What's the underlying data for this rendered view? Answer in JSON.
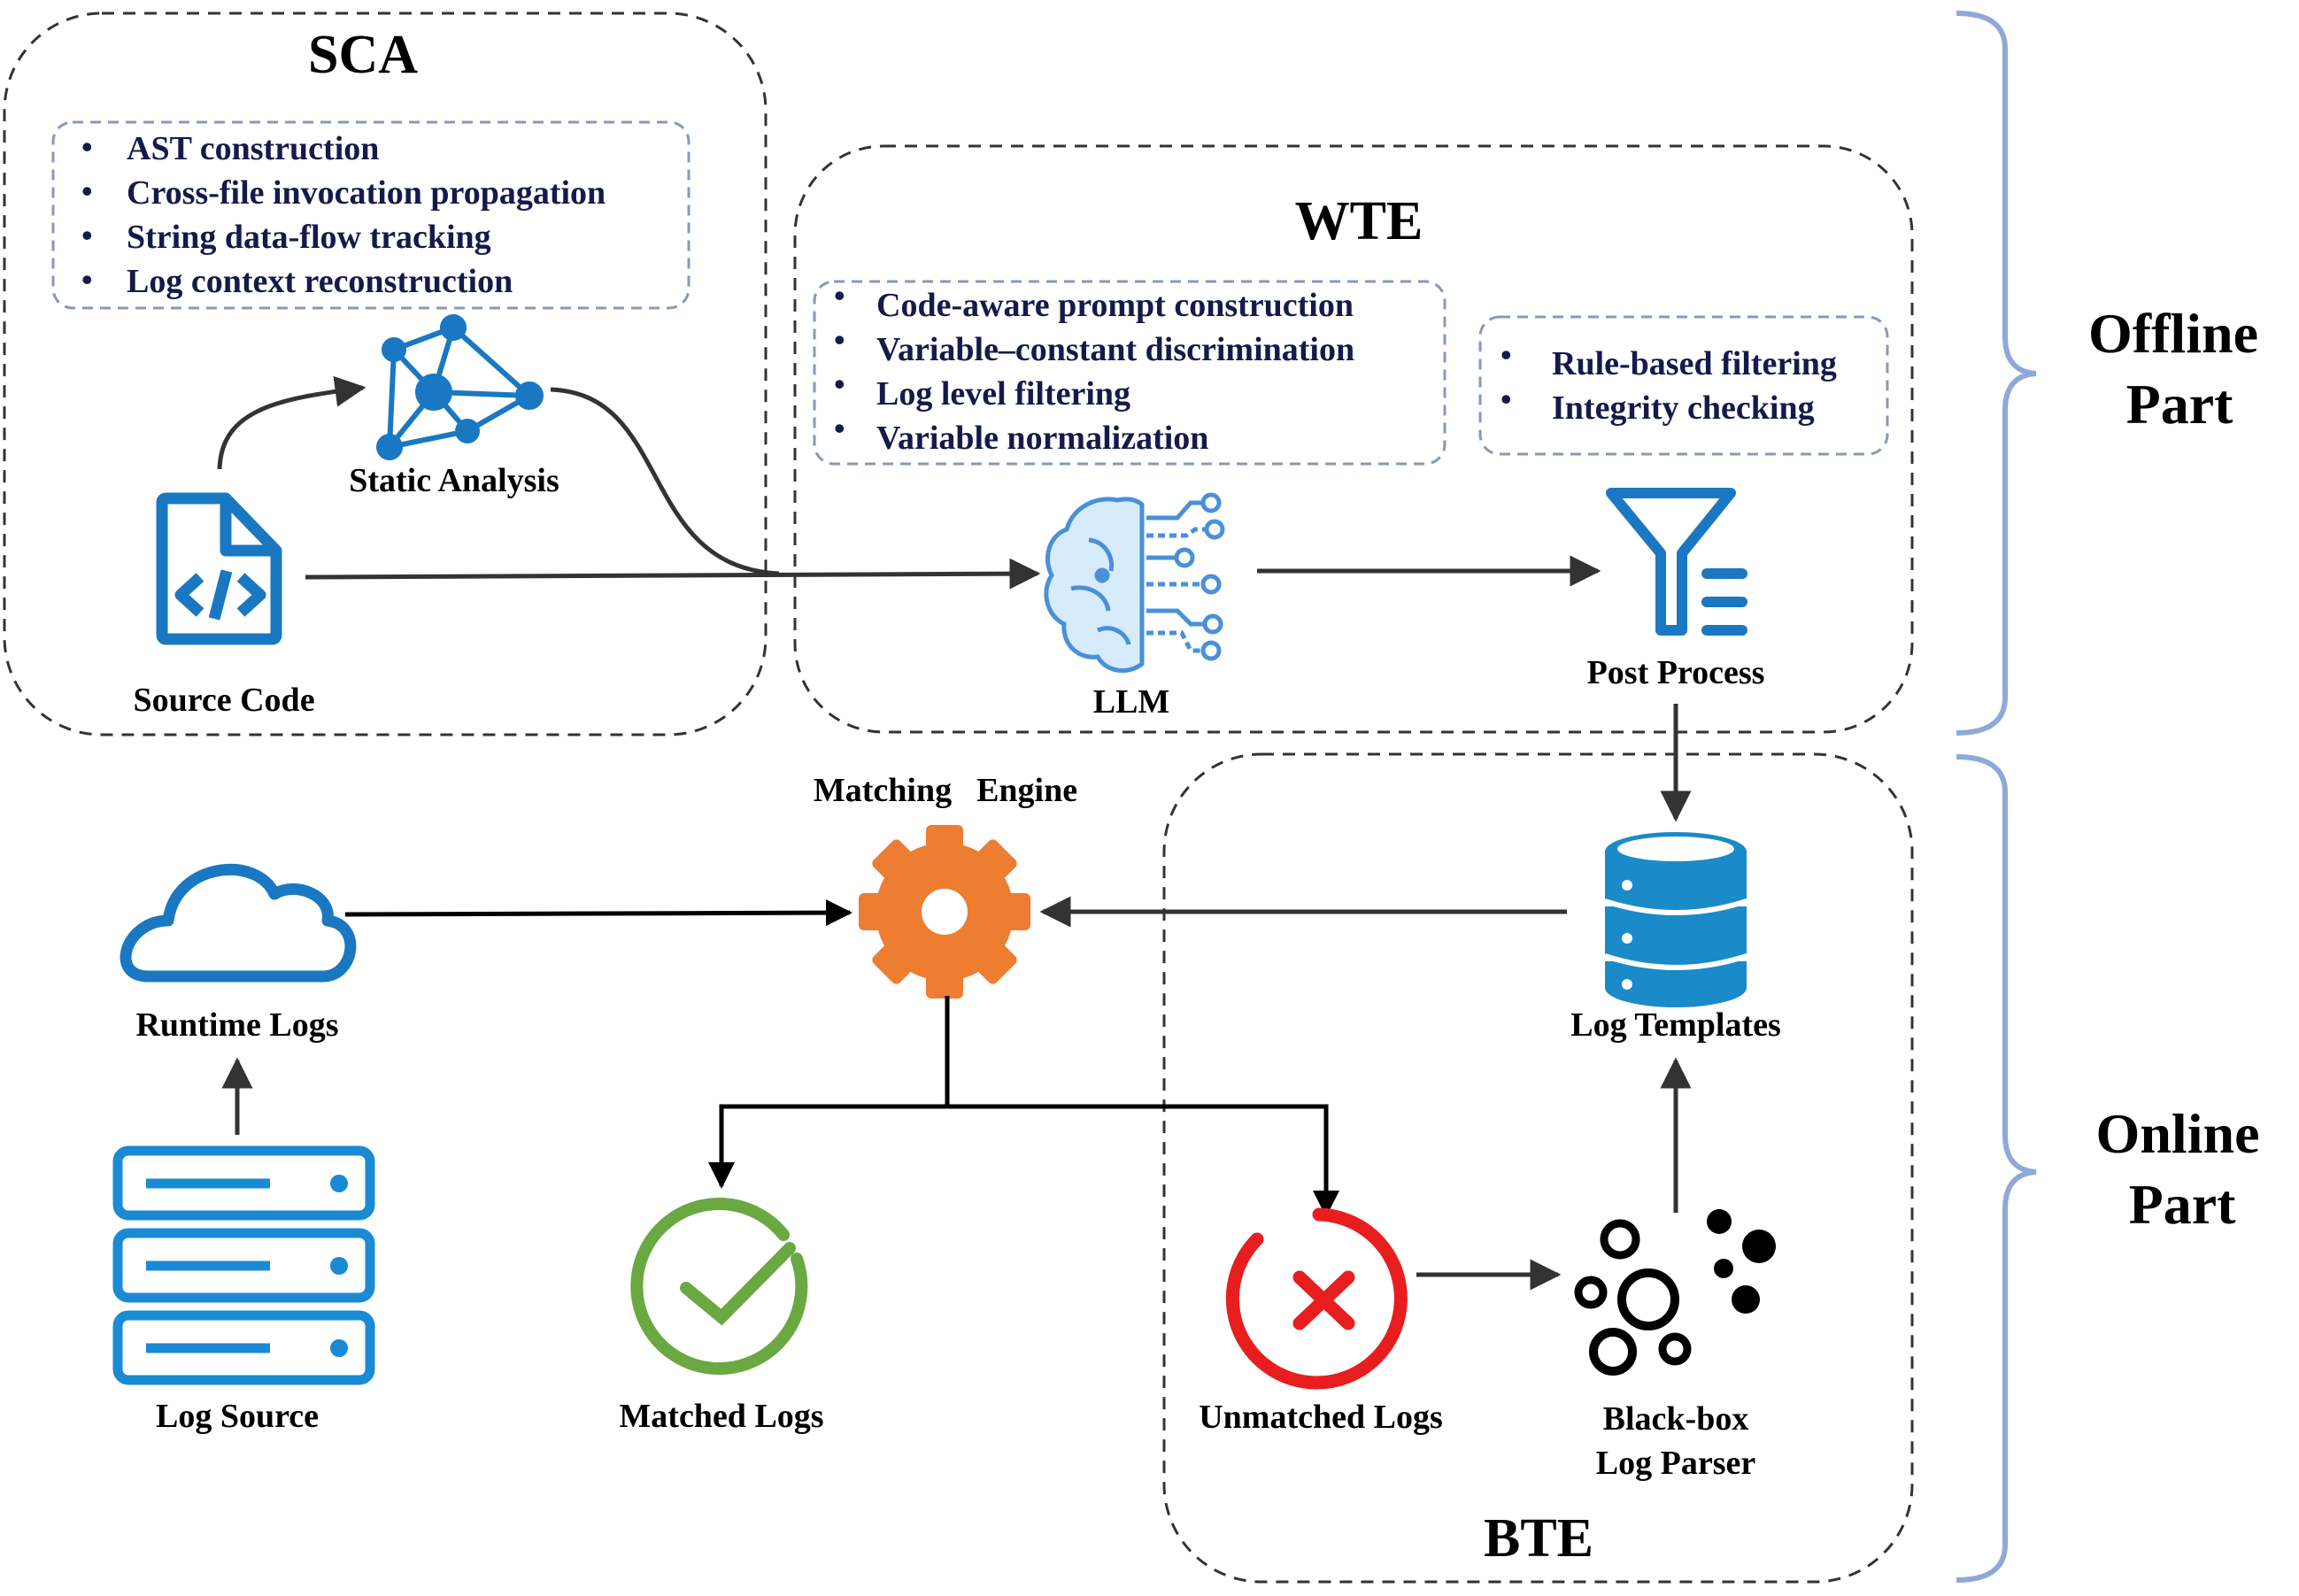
{
  "sca": {
    "title": "SCA",
    "bullets": [
      "AST construction",
      "Cross-file invocation propagation",
      "String data-flow tracking",
      "Log context reconstruction"
    ],
    "static_analysis_label": "Static Analysis",
    "source_code_label": "Source Code"
  },
  "wte": {
    "title": "WTE",
    "bullets": [
      "Code-aware prompt construction",
      "Variable–constant discrimination",
      "Log level filtering",
      "Variable normalization"
    ],
    "post_bullets": [
      "Rule-based filtering",
      "Integrity checking"
    ],
    "llm_label": "LLM",
    "post_process_label": "Post Process"
  },
  "online": {
    "matching_engine_label": [
      "Matching",
      "Engine"
    ],
    "runtime_logs_label": "Runtime Logs",
    "log_source_label": "Log Source",
    "matched_logs_label": "Matched Logs",
    "unmatched_logs_label": "Unmatched Logs",
    "log_templates_label": "Log Templates",
    "parser_label": [
      "Black-box",
      "Log Parser"
    ]
  },
  "bte": {
    "title": "BTE"
  },
  "parts": {
    "offline": [
      "Offline",
      "Part"
    ],
    "online": [
      "Online",
      "Part"
    ]
  },
  "colors": {
    "icon_blue": "#1a78c2",
    "brain_blue": "#5ba8e8",
    "gear_orange": "#ed7d31",
    "check_green": "#6aa842",
    "cross_red": "#e81e1e",
    "brace_blue": "#8fa8d8",
    "bullet_box_border": "#8898b8"
  }
}
